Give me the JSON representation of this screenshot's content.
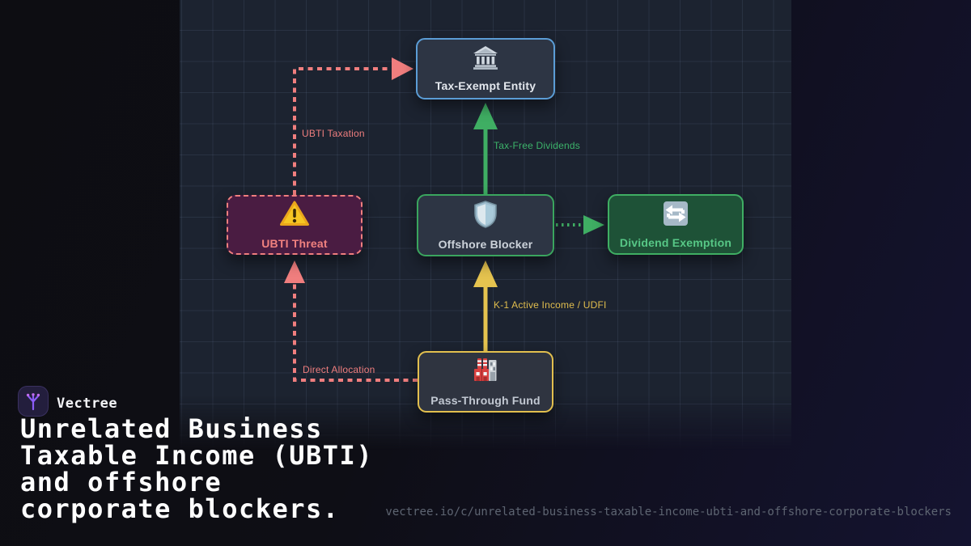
{
  "brand": {
    "name": "Vectree",
    "logo_icon": "vectree-branch-icon"
  },
  "title": "Unrelated Business\nTaxable Income (UBTI)\nand offshore\ncorporate blockers.",
  "url": "vectree.io/c/unrelated-business-taxable-income-ubti-and-offshore-corporate-blockers",
  "diagram": {
    "nodes": [
      {
        "id": "tax-exempt-entity",
        "label": "Tax-Exempt Entity",
        "icon": "bank-icon",
        "border_color": "#5b9dd6",
        "fill": "#2d3544",
        "text_color": "#e4e8ee"
      },
      {
        "id": "ubti-threat",
        "label": "UBTI Threat",
        "icon": "warning-icon",
        "border_color": "#f07e7e",
        "fill": "#4a1c42",
        "text_color": "#f0817f",
        "border_style": "dashed"
      },
      {
        "id": "offshore-blocker",
        "label": "Offshore Blocker",
        "icon": "shield-icon",
        "border_color": "#3aa55e",
        "fill": "#2d3544",
        "text_color": "#ccd2da"
      },
      {
        "id": "dividend-exemption",
        "label": "Dividend Exemption",
        "icon": "swap-icon",
        "border_color": "#3fae63",
        "fill": "#1e5237",
        "text_color": "#57c786"
      },
      {
        "id": "pass-through-fund",
        "label": "Pass-Through Fund",
        "icon": "factory-icon",
        "border_color": "#e2bf4e",
        "fill": "#2f3440",
        "text_color": "#c2c8d2"
      }
    ],
    "edges": [
      {
        "id": "ubti-taxation",
        "from": "ubti-threat",
        "to": "tax-exempt-entity",
        "label": "UBTI Taxation",
        "style": "dashed",
        "color": "#f07e7e"
      },
      {
        "id": "tax-free-dividends",
        "from": "offshore-blocker",
        "to": "tax-exempt-entity",
        "label": "Tax-Free Dividends",
        "style": "solid",
        "color": "#3fae63"
      },
      {
        "id": "exemption-link",
        "from": "offshore-blocker",
        "to": "dividend-exemption",
        "label": "",
        "style": "dotted",
        "color": "#3fae63"
      },
      {
        "id": "k1-active-income",
        "from": "pass-through-fund",
        "to": "offshore-blocker",
        "label": "K-1 Active Income / UDFI",
        "style": "solid",
        "color": "#e0bd4e"
      },
      {
        "id": "direct-allocation",
        "from": "pass-through-fund",
        "to": "ubti-threat",
        "label": "Direct Allocation",
        "style": "dashed",
        "color": "#f07e7e"
      }
    ]
  }
}
